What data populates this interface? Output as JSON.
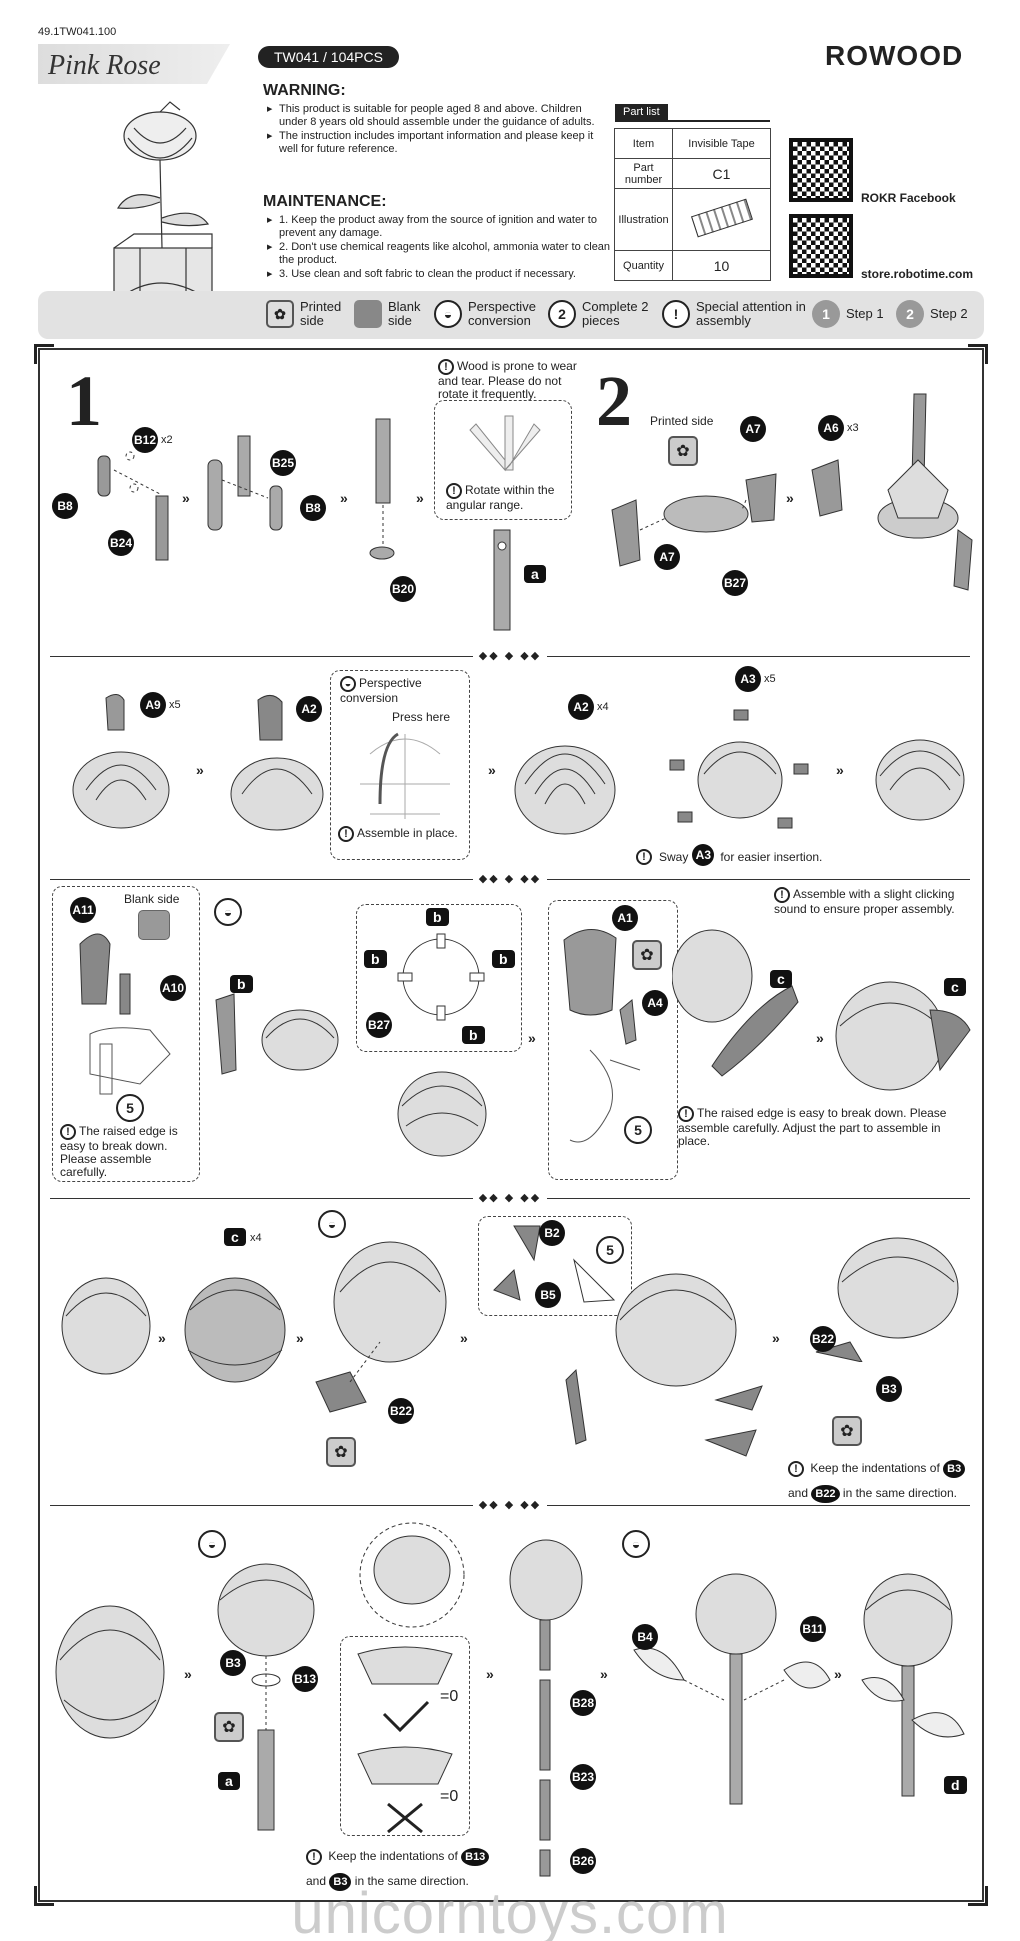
{
  "header": {
    "code": "49.1TW041.100",
    "title": "Pink Rose",
    "model": "TW041 / 104PCS",
    "brand": "ROWOOD"
  },
  "warning": {
    "heading": "WARNING:",
    "items": [
      "This product is suitable for people aged 8 and above. Children under 8 years old should assemble under the guidance of adults.",
      "The instruction includes important information and please keep it well for future reference."
    ]
  },
  "maintenance": {
    "heading": "MAINTENANCE:",
    "items": [
      "1. Keep the product away from the source of ignition and water to prevent any damage.",
      "2. Don't use chemical reagents like alcohol, ammonia water to clean the product.",
      "3. Use clean and soft fabric to clean the product if necessary."
    ]
  },
  "part_list": {
    "tag": "Part list",
    "rows": [
      {
        "label": "Item",
        "value": "Invisible Tape"
      },
      {
        "label": "Part number",
        "value": "C1"
      },
      {
        "label": "Illustration",
        "value": ""
      },
      {
        "label": "Quantity",
        "value": "10"
      }
    ]
  },
  "social": {
    "facebook": "ROKR Facebook",
    "store": "store.robotime.com"
  },
  "legend": [
    {
      "icon": "printed-side-icon",
      "symbol": "✿",
      "label": "Printed side"
    },
    {
      "icon": "blank-side-icon",
      "symbol": "",
      "label": "Blank side"
    },
    {
      "icon": "perspective-icon",
      "symbol": "◒",
      "label": "Perspective conversion"
    },
    {
      "icon": "complete-2-icon",
      "symbol": "2",
      "label": "Complete 2 pieces"
    },
    {
      "icon": "attention-icon",
      "symbol": "!",
      "label": "Special attention in assembly"
    },
    {
      "icon": "step1-icon",
      "symbol": "1",
      "label": "Step 1"
    },
    {
      "icon": "step2-icon",
      "symbol": "2",
      "label": "Step 2"
    }
  ],
  "step1": {
    "number": "1",
    "tags": [
      "B12",
      "B8",
      "B24",
      "B25",
      "B8",
      "B20"
    ],
    "mult_b12": "x2",
    "note_wood": "Wood is prone to wear and tear. Please do not rotate it frequently.",
    "note_rotate": "Rotate within the angular range.",
    "part_a": "a"
  },
  "step2": {
    "number": "2",
    "printed_side": "Printed side",
    "tags": [
      "A7",
      "A6",
      "A7",
      "B27"
    ],
    "mult_a6": "x3"
  },
  "row2": {
    "tags": [
      "A9",
      "A2",
      "A2",
      "A3",
      "A3"
    ],
    "mult_a9": "x5",
    "mult_a2": "x4",
    "mult_a3": "x5",
    "perspective": "Perspective conversion",
    "press_here": "Press here",
    "assemble_in_place": "Assemble in place.",
    "sway_prefix": "Sway",
    "sway_suffix": "for easier insertion."
  },
  "row3": {
    "tags": [
      "A11",
      "A10",
      "B27",
      "A1",
      "A4"
    ],
    "blank_side": "Blank side",
    "part_b": "b",
    "part_c": "c",
    "x5": "5",
    "raised_edge_left": "The raised edge is easy to break down. Please assemble carefully.",
    "clicking": "Assemble with a slight clicking sound to ensure proper assembly.",
    "raised_edge_right": "The raised edge is easy to break down. Please assemble carefully. Adjust the part to assemble in place."
  },
  "row4": {
    "tags": [
      "B22",
      "B2",
      "B5",
      "B22",
      "B3"
    ],
    "part_c": "c",
    "mult_c": "x4",
    "x5": "5",
    "keep_prefix": "Keep the indentations of",
    "keep_and": "and",
    "keep_suffix": "in the same direction.",
    "keep_tag1": "B3",
    "keep_tag2": "B22"
  },
  "row5": {
    "tags": [
      "B3",
      "B13",
      "B28",
      "B23",
      "B26",
      "B4",
      "B11"
    ],
    "part_a": "a",
    "part_d": "d",
    "zero": "=0",
    "keep_prefix": "Keep the indentations of",
    "keep_and": "and",
    "keep_suffix": "in the same direction.",
    "keep_tag1": "B13",
    "keep_tag2": "B3"
  },
  "watermark": "unicorntoys.com"
}
